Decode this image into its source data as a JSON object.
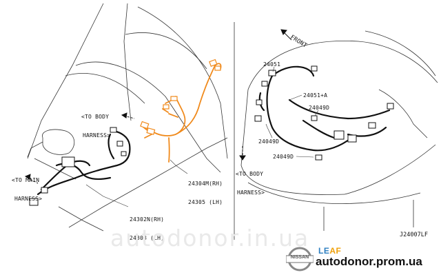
{
  "watermark": "autodonor.in.ua",
  "brand": {
    "site": "autodonor.prom.ua",
    "model": {
      "part1": "LE",
      "part2": "AF"
    },
    "maker": "NISSAN"
  },
  "diagram_code": "J24007LF",
  "left_panel": {
    "to_body_harness": [
      "<TO BODY",
      "HARNESS>"
    ],
    "to_main_harness": [
      "<TO MAIN",
      "HARNESS>"
    ],
    "part_orange": [
      "24304M(RH)",
      "24305 (LH)"
    ],
    "part_black": [
      "24302N(RH)",
      "24303 (LH)"
    ]
  },
  "right_panel": {
    "front": "FRONT",
    "to_body_harness": [
      "<TO BODY",
      "HARNESS>"
    ],
    "parts": {
      "p24051": "24051",
      "p24051a": "24051+A",
      "p24049d_1": "24049D",
      "p24049d_2": "24049D",
      "p24049d_3": "24049D"
    }
  },
  "colors": {
    "highlight_harness": "#f08a1c",
    "harness": "#111111",
    "outline": "#333333",
    "leaf_blue": "#2d7fc1",
    "leaf_orange": "#f0a10a"
  }
}
